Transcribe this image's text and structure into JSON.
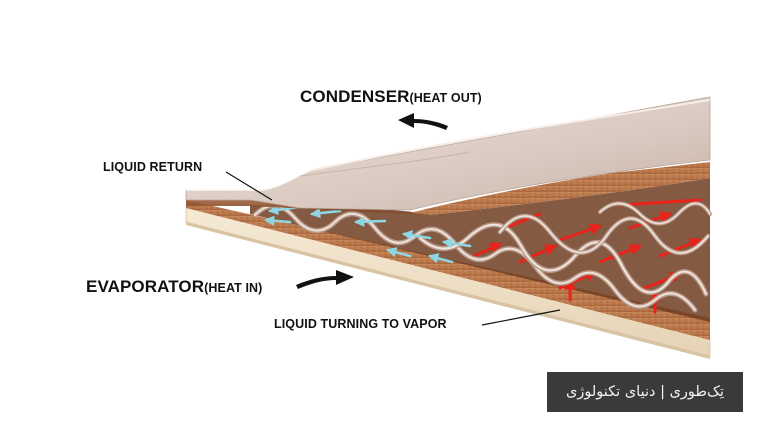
{
  "labels": {
    "condenser": "CONDENSER",
    "condenser_note": "(HEAT OUT)",
    "evaporator": "EVAPORATOR",
    "evaporator_note": "(HEAT IN)",
    "liquid_return": "LIQUID RETURN",
    "liquid_turning_to_vapor": "LIQUID TURNING TO VAPOR"
  },
  "watermark": "تِک‌طوری | دنیای تکنولوژی",
  "colors": {
    "background": "#ffffff",
    "condenser_plate": "#d9c9c0",
    "wick_copper": "#b8774a",
    "evaporator_plate": "#f2e4cc",
    "vapor_arrows": "#e8231a",
    "liquid_arrows": "#8fd6e4",
    "watermark_bg": "#3a3a3a"
  }
}
